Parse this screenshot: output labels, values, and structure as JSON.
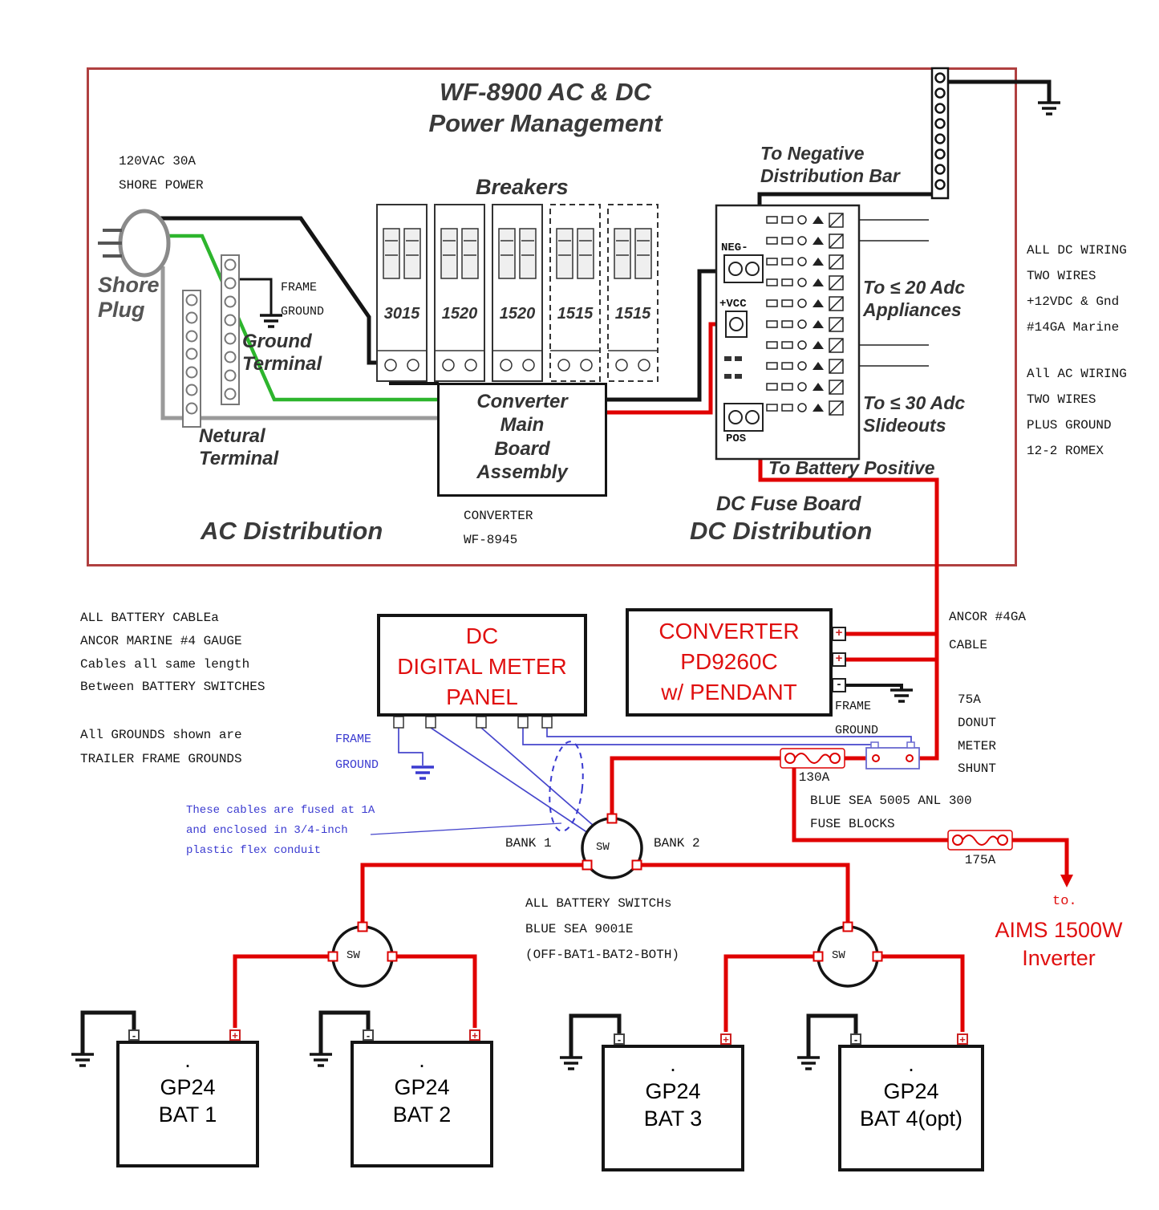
{
  "colors": {
    "wire_red": "#e00000",
    "wire_black": "#141414",
    "wire_green": "#2db52d",
    "wire_gray": "#9a9a9a",
    "wire_blue": "#4646cc",
    "panel_border": "#b04040",
    "device_text_red": "#e01010"
  },
  "panel": {
    "title": "WF-8900 AC & DC\nPower Management",
    "shore_power": "120VAC 30A\nSHORE POWER",
    "shore_plug": "Shore\nPlug",
    "frame_ground": "FRAME\nGROUND",
    "ground_terminal": "Ground\nTerminal",
    "neutral_terminal": "Netural\nTerminal",
    "breakers": "Breakers",
    "breaker_values": [
      "3015",
      "1520",
      "1520",
      "1515",
      "1515"
    ],
    "converter_main": "Converter\nMain\nBoard\nAssembly",
    "converter_model": "CONVERTER\nWF-8945",
    "ac_distribution": "AC Distribution",
    "to_negative": "To Negative\nDistribution Bar",
    "neg": "NEG-",
    "vcc": "+VCC",
    "pos": "POS",
    "to_20adc": "To ≤ 20 Adc\nAppliances",
    "to_30adc": "To ≤ 30 Adc\nSlideouts",
    "to_battery_positive": "To Battery Positive",
    "dc_fuse_board": "DC Fuse Board",
    "dc_distribution": "DC Distribution"
  },
  "notes": {
    "dc_wiring": "ALL DC WIRING\nTWO WIRES\n+12VDC & Gnd\n#14GA Marine",
    "ac_wiring": "All AC WIRING\nTWO WIRES\nPLUS GROUND\n12-2 ROMEX",
    "battery_cable": "ALL BATTERY CABLEa\nANCOR MARINE #4 GAUGE\nCables all same length\nBetween BATTERY SWITCHES",
    "grounds": "All GROUNDS shown are\nTRAILER FRAME GROUNDS",
    "conduit": "These cables are fused at 1A\nand enclosed in 3/4-inch\nplastic flex conduit",
    "battery_switches": "ALL BATTERY SWITCHs\nBLUE SEA 9001E\n(OFF-BAT1-BAT2-BOTH)",
    "fuse_blocks": "BLUE SEA 5005 ANL 300\nFUSE BLOCKS"
  },
  "mid": {
    "meter_panel": "DC\nDIGITAL METER\nPANEL",
    "converter_pd": "CONVERTER\nPD9260C\nw/ PENDANT",
    "converter_terminals": [
      "+",
      "+",
      "-"
    ],
    "ancor_cable": "ANCOR #4GA\nCABLE",
    "frame_ground_converter": "FRAME\nGROUND",
    "frame_ground_meter": "FRAME\nGROUND",
    "shunt": "75A\nDONUT\nMETER\nSHUNT",
    "fuse_130": "130A",
    "fuse_175": "175A",
    "bank1": "BANK 1",
    "bank2": "BANK 2",
    "sw": "SW",
    "to_label": "to.",
    "inverter": "AIMS 1500W\nInverter"
  },
  "batteries": {
    "labels": [
      ".\nGP24\nBAT 1",
      ".\nGP24\nBAT 2",
      ".\nGP24\nBAT 3",
      ".\nGP24\nBAT 4(opt)"
    ],
    "pos_sign": "+",
    "neg_sign": "-"
  }
}
